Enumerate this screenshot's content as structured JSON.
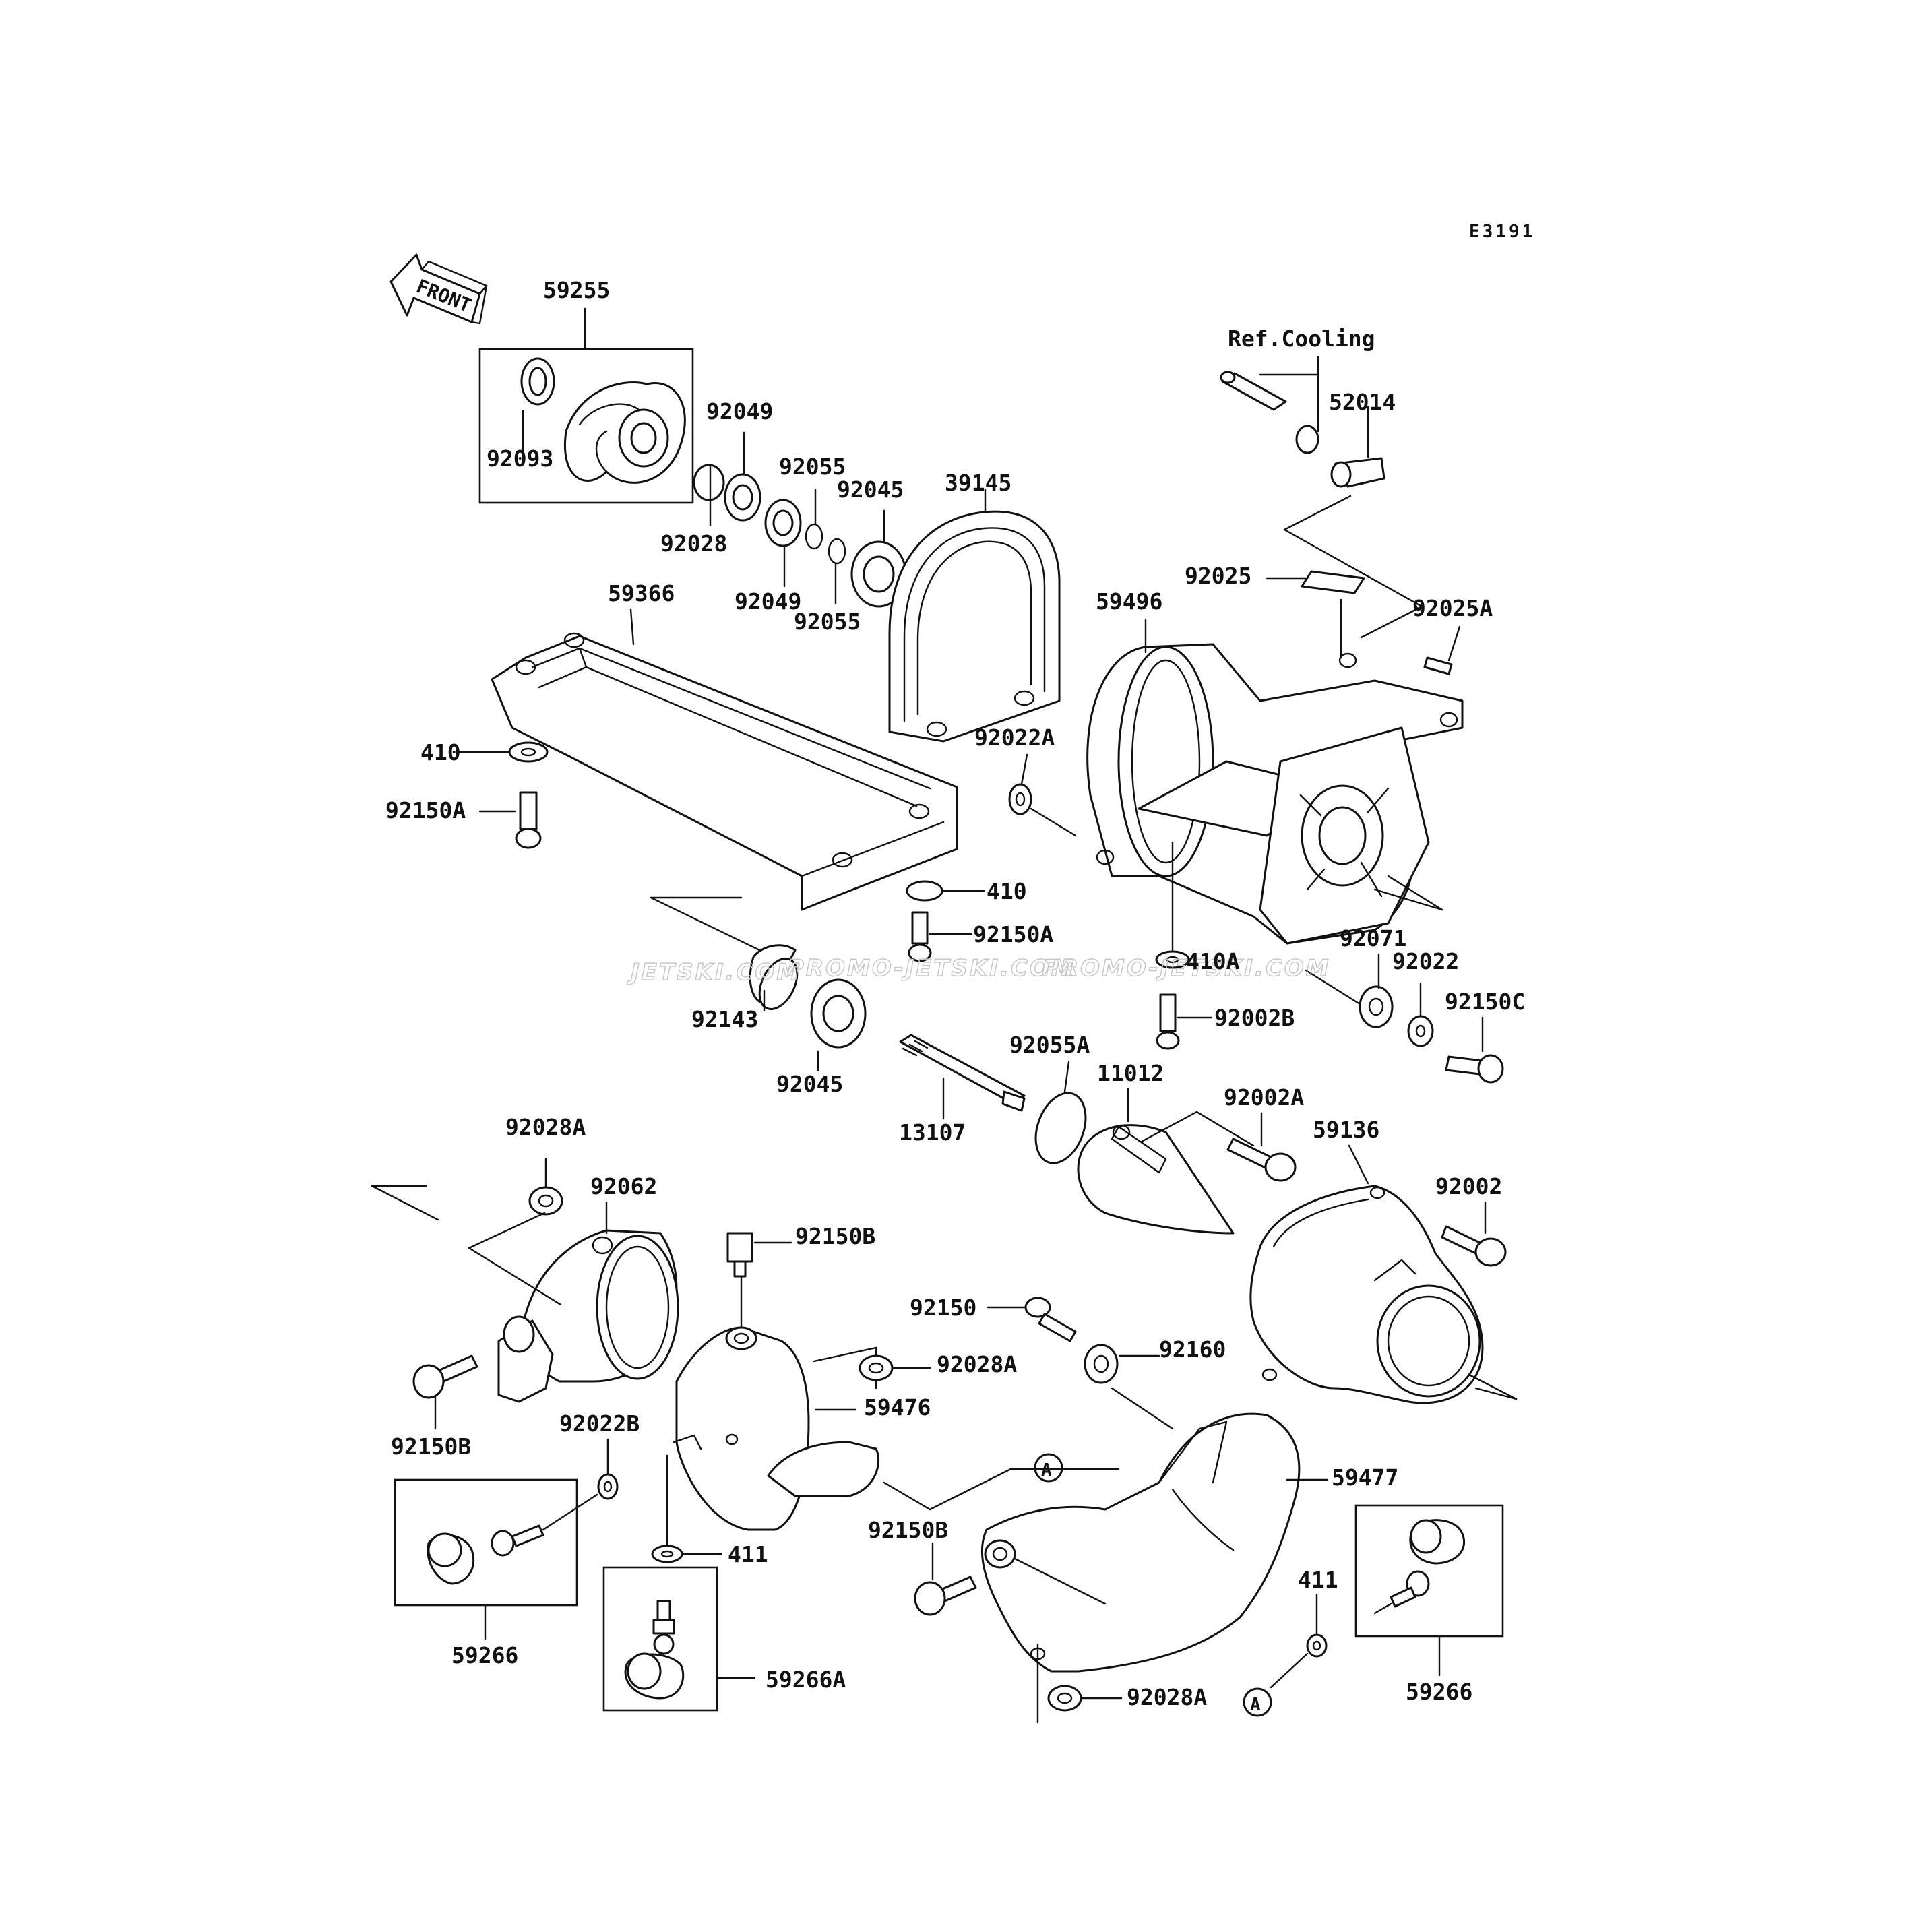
{
  "diagram_code": "E3191",
  "front_indicator": "FRONT",
  "reference_note": "Ref.Cooling",
  "watermarks": [
    "JETSKI.COM",
    "PROMO-JETSKI.COM",
    "PROMO-JETSKI.COM"
  ],
  "callouts": [
    {
      "key": "p59255",
      "text": "59255"
    },
    {
      "key": "p92093",
      "text": "92093"
    },
    {
      "key": "p92049a",
      "text": "92049"
    },
    {
      "key": "p92028",
      "text": "92028"
    },
    {
      "key": "p92055a",
      "text": "92055"
    },
    {
      "key": "p92045a",
      "text": "92045"
    },
    {
      "key": "p92049b",
      "text": "92049"
    },
    {
      "key": "p92055b",
      "text": "92055"
    },
    {
      "key": "p39145",
      "text": "39145"
    },
    {
      "key": "p59366",
      "text": "59366"
    },
    {
      "key": "p52014",
      "text": "52014"
    },
    {
      "key": "p92025",
      "text": "92025"
    },
    {
      "key": "p92025A",
      "text": "92025A"
    },
    {
      "key": "p59496",
      "text": "59496"
    },
    {
      "key": "p410a",
      "text": "410"
    },
    {
      "key": "p92150Aa",
      "text": "92150A"
    },
    {
      "key": "p92022A",
      "text": "92022A"
    },
    {
      "key": "p410b",
      "text": "410"
    },
    {
      "key": "p92150Ab",
      "text": "92150A"
    },
    {
      "key": "p410A",
      "text": "410A"
    },
    {
      "key": "p92071",
      "text": "92071"
    },
    {
      "key": "p92022",
      "text": "92022"
    },
    {
      "key": "p92150C",
      "text": "92150C"
    },
    {
      "key": "p92143",
      "text": "92143"
    },
    {
      "key": "p92045b",
      "text": "92045"
    },
    {
      "key": "p92002B",
      "text": "92002B"
    },
    {
      "key": "p92055A",
      "text": "92055A"
    },
    {
      "key": "p11012",
      "text": "11012"
    },
    {
      "key": "p13107",
      "text": "13107"
    },
    {
      "key": "p92002A",
      "text": "92002A"
    },
    {
      "key": "p59136",
      "text": "59136"
    },
    {
      "key": "p92002",
      "text": "92002"
    },
    {
      "key": "p92028Aa",
      "text": "92028A"
    },
    {
      "key": "p92062",
      "text": "92062"
    },
    {
      "key": "p92150Ba",
      "text": "92150B"
    },
    {
      "key": "p92150",
      "text": "92150"
    },
    {
      "key": "p92028Ab",
      "text": "92028A"
    },
    {
      "key": "p92160",
      "text": "92160"
    },
    {
      "key": "p59476",
      "text": "59476"
    },
    {
      "key": "p92150Bb",
      "text": "92150B"
    },
    {
      "key": "p92022B",
      "text": "92022B"
    },
    {
      "key": "p59477",
      "text": "59477"
    },
    {
      "key": "p92150Bc",
      "text": "92150B"
    },
    {
      "key": "p411a",
      "text": "411"
    },
    {
      "key": "p59266a",
      "text": "59266"
    },
    {
      "key": "p59266A",
      "text": "59266A"
    },
    {
      "key": "p411b",
      "text": "411"
    },
    {
      "key": "p92028Ac",
      "text": "92028A"
    },
    {
      "key": "p59266b",
      "text": "59266"
    }
  ],
  "connection_marker": "A"
}
